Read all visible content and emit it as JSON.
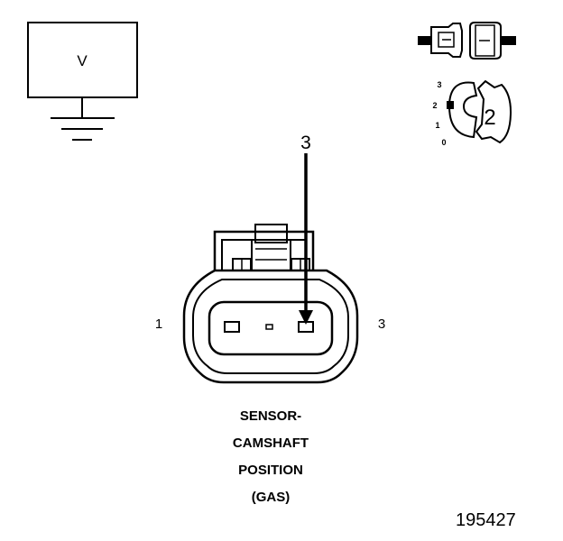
{
  "meter": {
    "label": "V"
  },
  "legend": {
    "cavity_numbers": [
      "3",
      "2",
      "1",
      "0"
    ],
    "cavity_count": "2"
  },
  "connector": {
    "callout_number": "3",
    "pin_left_label": "1",
    "pin_right_label": "3"
  },
  "caption": {
    "line1": "SENSOR-",
    "line2": "CAMSHAFT",
    "line3": "POSITION",
    "line4": "(GAS)"
  },
  "figure_id": "195427",
  "colors": {
    "ink": "#000000",
    "background": "#ffffff"
  }
}
